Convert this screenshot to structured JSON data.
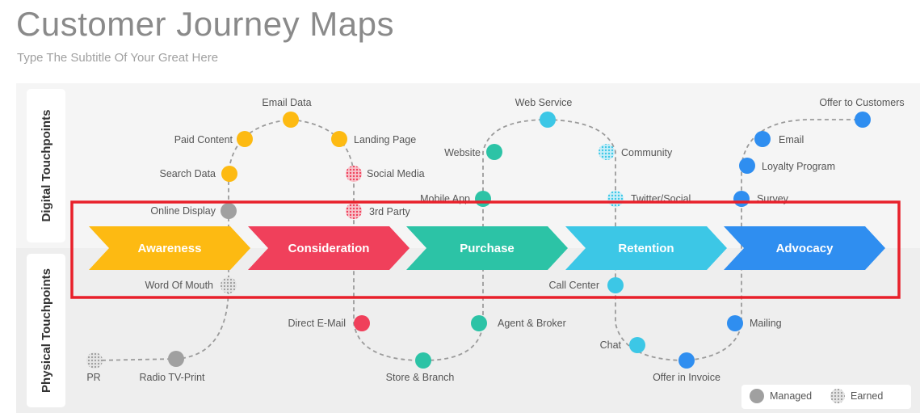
{
  "title": "Customer Journey Maps",
  "subtitle": "Type The Subtitle Of Your Great Here",
  "sections": {
    "digital": "Digital Touchpoints",
    "physical": "Physical Touchpoints"
  },
  "stages": [
    {
      "label": "Awareness",
      "color": "#FDBA12"
    },
    {
      "label": "Consideration",
      "color": "#F0405B"
    },
    {
      "label": "Purchase",
      "color": "#2CC3A6"
    },
    {
      "label": "Retention",
      "color": "#3CC7E6"
    },
    {
      "label": "Advocacy",
      "color": "#2F8EF0"
    }
  ],
  "touchpoints": {
    "awareness": [
      "Email Data",
      "Paid Content",
      "Search Data",
      "Online Display",
      "Word Of Mouth",
      "Radio TV-Print",
      "PR"
    ],
    "consideration": [
      "Landing Page",
      "Social Media",
      "3rd Party",
      "Direct E-Mail",
      "Store & Branch"
    ],
    "purchase": [
      "Web Service",
      "Website",
      "Mobile App",
      "Agent & Broker"
    ],
    "retention": [
      "Community",
      "Twitter/Social",
      "Call Center",
      "Chat",
      "Offer in Invoice"
    ],
    "advocacy": [
      "Offer to Customers",
      "Email",
      "Loyalty Program",
      "Survey",
      "Mailing"
    ]
  },
  "legend": {
    "managed": "Managed",
    "earned": "Earned",
    "managed_color": "#A0A0A0"
  },
  "colors": {
    "yellow": "#FDBA12",
    "red": "#F0405B",
    "teal": "#2CC3A6",
    "cyan": "#3CC7E6",
    "blue": "#2F8EF0",
    "highlight": "#E8202A"
  }
}
